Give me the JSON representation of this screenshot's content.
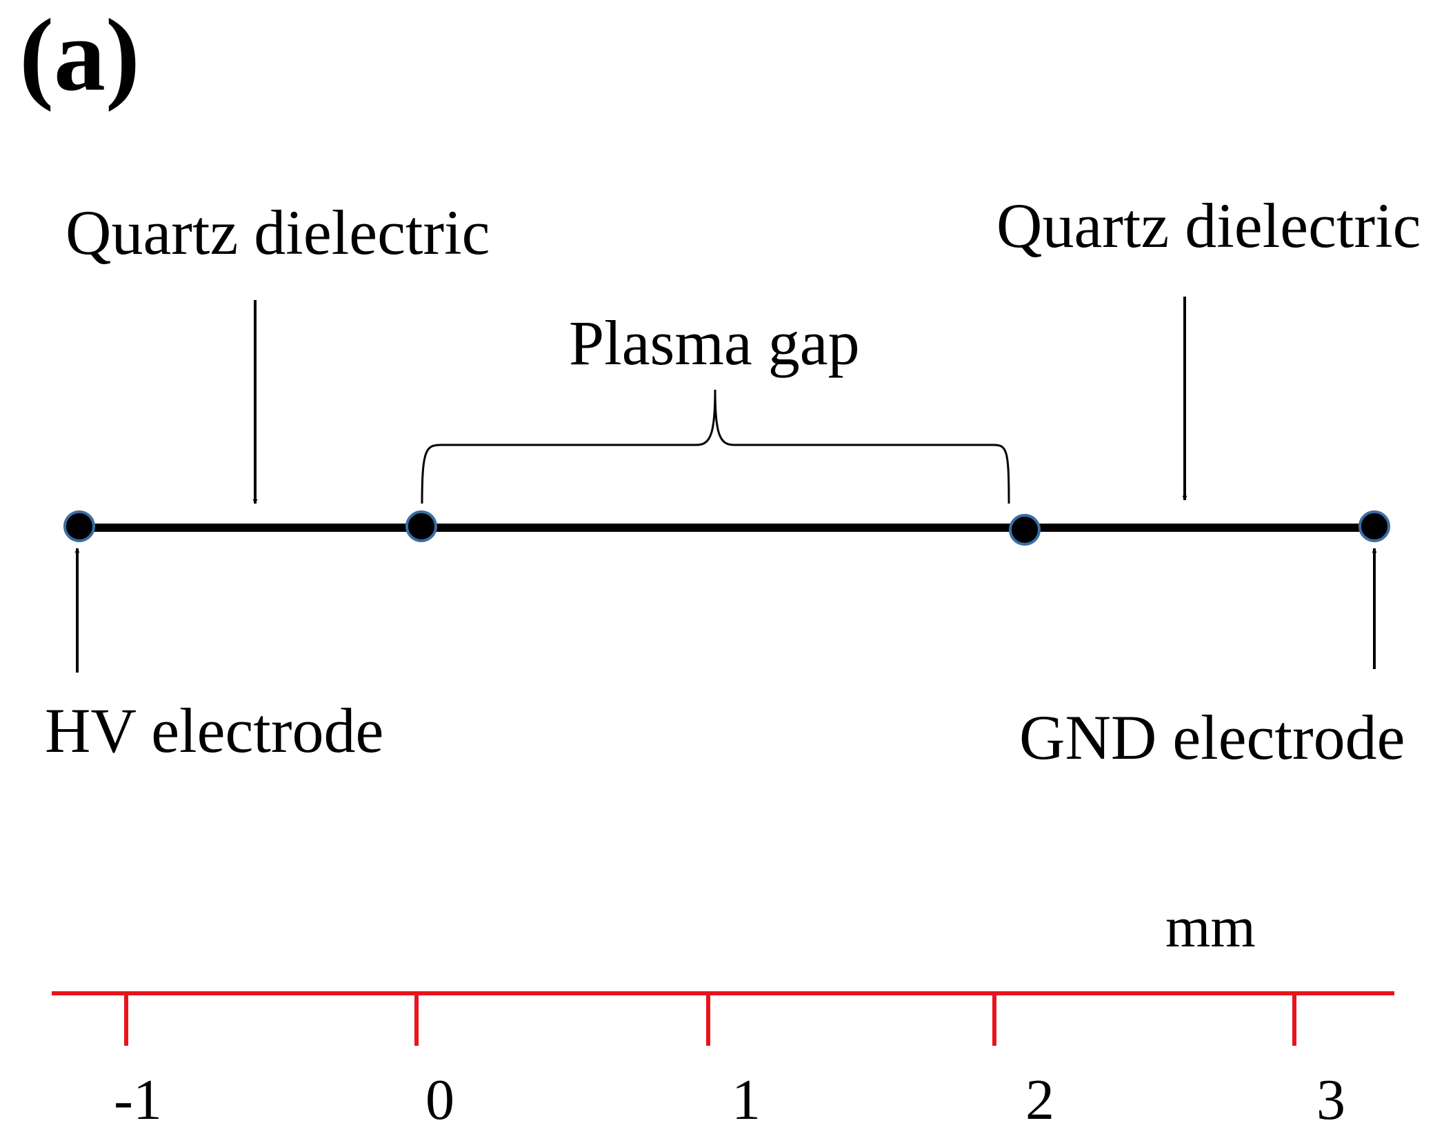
{
  "panel_label": "(a)",
  "labels": {
    "quartz_left": "Quartz dielectric",
    "quartz_right": "Quartz dielectric",
    "plasma_gap": "Plasma gap",
    "hv_electrode": "HV electrode",
    "gnd_electrode": "GND electrode"
  },
  "scale": {
    "unit": "mm",
    "ticks": [
      "-1",
      "0",
      "1",
      "2",
      "3"
    ]
  },
  "colors": {
    "line": "#000000",
    "node_outline": "#3a6ea5",
    "scale": "#e8141c"
  }
}
